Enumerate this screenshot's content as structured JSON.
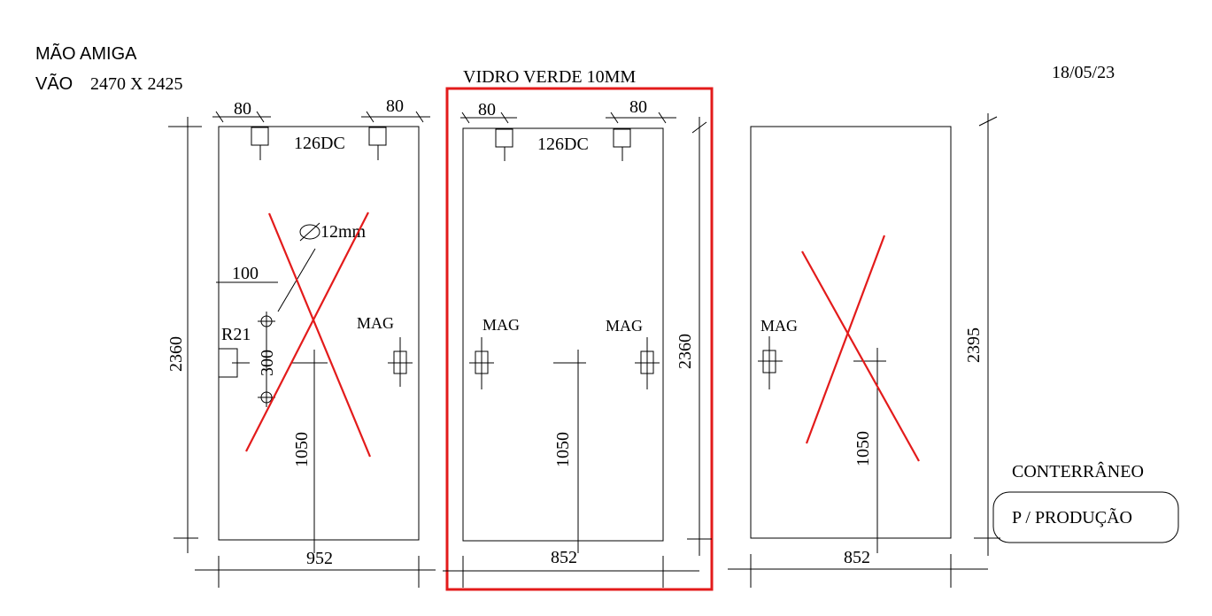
{
  "header": {
    "line1": "MÃO  AMIGA",
    "line2_label": "VÃO",
    "line2_value": "2470 X 2425",
    "date": "18/05/23",
    "glass_spec": "VIDRO VERDE 10MM"
  },
  "panel1": {
    "top_left_dim": "80",
    "top_right_dim": "80",
    "hinge_label": "126DC",
    "hole_label": "12mm",
    "hole_offset": "100",
    "radius_label": "R21",
    "hole_spacing": "300",
    "height_dim": "2360",
    "mag_label": "MAG",
    "handle_height": "1050",
    "width_dim": "952"
  },
  "panel2": {
    "top_left_dim": "80",
    "top_right_dim": "80",
    "hinge_label": "126DC",
    "mag_left": "MAG",
    "mag_right": "MAG",
    "height_dim": "2360",
    "handle_height": "1050",
    "width_dim": "852"
  },
  "panel3": {
    "mag_label": "MAG",
    "handle_height": "1050",
    "height_dim": "2395",
    "width_dim": "852"
  },
  "notes": {
    "client": "CONTERRÂNEO",
    "status": "P / PRODUÇÃO"
  },
  "colors": {
    "line": "#000000",
    "markup": "#e31b1b"
  }
}
